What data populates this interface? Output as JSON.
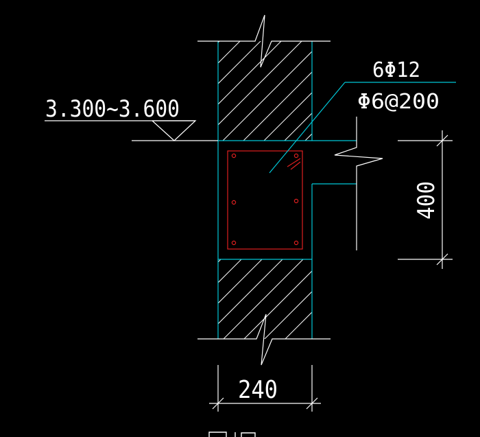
{
  "drawing": {
    "elevation_label": "3.300~3.600",
    "rebar_main": "6Φ12",
    "rebar_stirrup": "Φ6@200",
    "beam_height_dim": "400",
    "wall_width_dim": "240",
    "caption_fragment": "",
    "colors": {
      "background": "#000000",
      "outline": "#00c8d8",
      "rebar": "#e02020",
      "annotation": "#ffffff",
      "hatch": "#ffffff"
    }
  }
}
